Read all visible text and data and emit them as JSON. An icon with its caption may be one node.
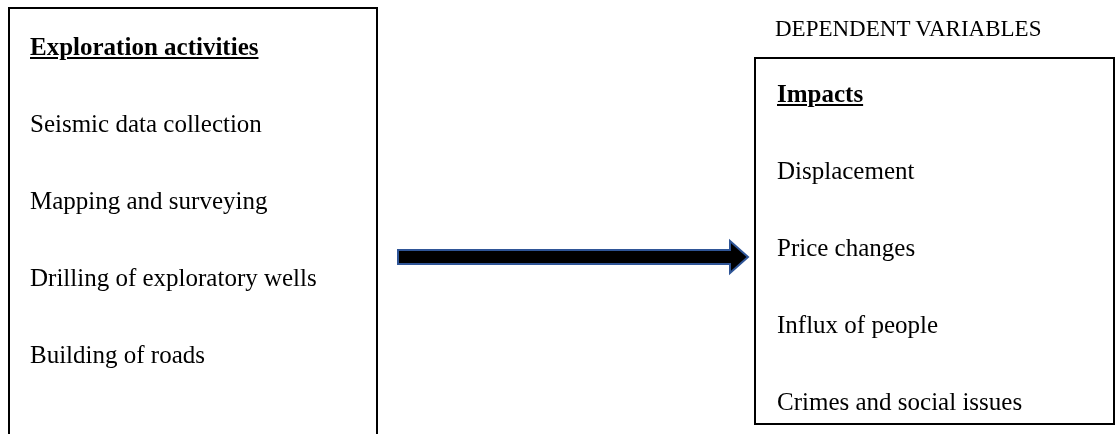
{
  "diagram": {
    "nodes": [
      {
        "text": [
          "Exploration activities",
          "Seismic data collection",
          "Mapping and surveying",
          "Drilling of exploratory wells",
          "Building of roads"
        ]
      },
      {
        "text": [
          "Impacts",
          "Displacement",
          "Price changes",
          "Influx of people",
          "Crimes and social issues"
        ]
      }
    ],
    "edges": [
      {
        "from": 0,
        "to": 1,
        "arrow": "to",
        "style": "thick"
      }
    ],
    "labels": [
      "DEPENDENT VARIABLES"
    ]
  }
}
